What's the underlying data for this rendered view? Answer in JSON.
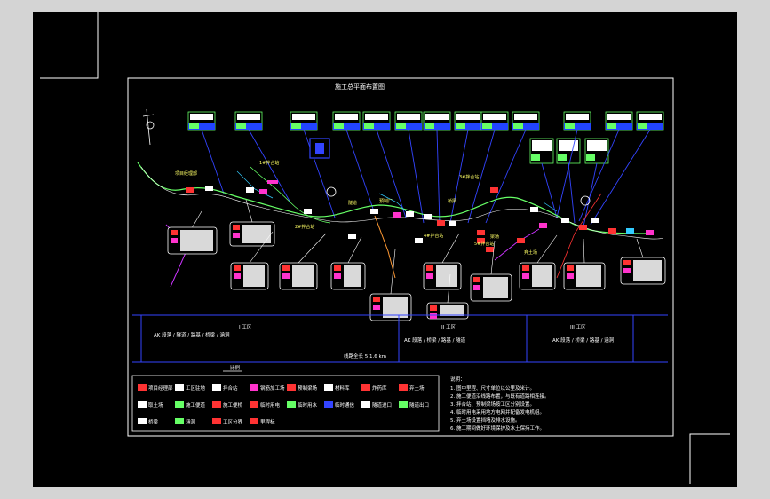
{
  "drawing": {
    "title": "施工总平面布置图",
    "bg_color": "#000000",
    "frame_color": "#ffffff",
    "route_color": "#66ff66",
    "leader_color": "#3344ff"
  },
  "sections": {
    "s1": "I 工区",
    "s2": "II 工区",
    "s3": "III 工区",
    "s1_desc": "AK 段落 / 隧道 / 路基 / 桥梁 / 涵洞",
    "s2_desc": "AK 段落 / 桥梁 / 路基 / 隧道",
    "s3_desc": "AK 段落 / 桥梁 / 路基 / 涵洞",
    "total_line": "线路全长 5 1.6 km",
    "scale_tag": "比例"
  },
  "legend": {
    "items": [
      "项目经理部",
      "工区驻地",
      "拌合站",
      "钢筋加工场",
      "预制梁场",
      "材料库",
      "炸药库",
      "弃土场",
      "取土场",
      "施工便道",
      "施工便桥",
      "临时用电",
      "临时用水",
      "临时通信",
      "隧道进口",
      "隧道出口",
      "桥梁",
      "涵洞",
      "工区分界",
      "里程标"
    ]
  },
  "notes": {
    "heading": "说明：",
    "lines": [
      "1. 图中里程、尺寸单位以公里及米计。",
      "2. 施工便道沿线路布置，与既有道路相连接。",
      "3. 拌合站、预制梁场按工区分别设置。",
      "4. 临时用电采用地方电网并配备发电机组。",
      "5. 弃土场设置挡墙及排水设施。",
      "6. 施工期间做好环境保护及水土保持工作。"
    ]
  },
  "route_labels": [
    "项目经理部",
    "1#拌合站",
    "2#拌合站",
    "3#拌合站",
    "4#拌合站",
    "5#拌合站",
    "梁场",
    "预制厂",
    "隧道",
    "桥梁",
    "弃土场"
  ]
}
